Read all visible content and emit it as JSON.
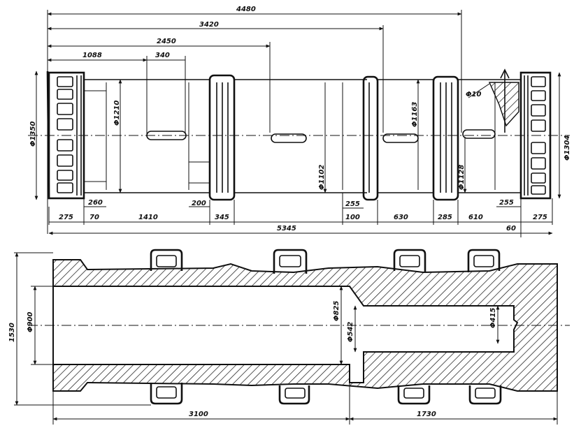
{
  "top_view": {
    "overall_lengths": {
      "a": "4480",
      "b": "3420",
      "c": "2450",
      "d": "1088",
      "slot": "340"
    },
    "left_dia": "Φ1350",
    "mid_dia": "Φ1210",
    "bore_dia": "Φ1102",
    "right_mid_dia": "Φ1163",
    "small_hole": "Φ10",
    "right_lower_dia": "Φ1128",
    "right_dia": "Φ1304",
    "segments": [
      "275",
      "70",
      "1410",
      "200",
      "345",
      "255",
      "630",
      "285",
      "610",
      "275"
    ],
    "small_dims": {
      "d260": "260",
      "d100": "100",
      "d255b": "255",
      "d60": "60"
    },
    "total": "5345"
  },
  "section_view": {
    "height": "1530",
    "bore_left": "Φ900",
    "bore_mid": "Φ825",
    "bore_step": "Φ542",
    "bore_right": "Φ415",
    "len_left": "3100",
    "len_right": "1730"
  }
}
